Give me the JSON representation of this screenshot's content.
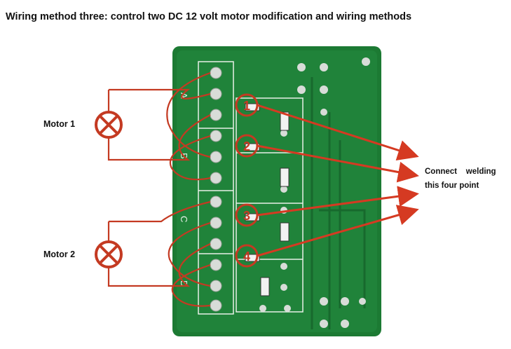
{
  "title": "Wiring method three: control two DC 12 volt motor modification and wiring methods",
  "motor1_label": "Motor 1",
  "motor2_label": "Motor 2",
  "connect_line1": "Connect    welding",
  "connect_line2": "this four point",
  "channel_labels": [
    "A",
    "B",
    "C",
    "D"
  ],
  "point_numbers": [
    "1",
    "2",
    "3",
    "4"
  ],
  "colors": {
    "board": "#1c7a33",
    "board_dark": "#12602a",
    "wire": "#c43a22",
    "arrow": "#d53a22",
    "silk": "#e8f0e8",
    "pad": "#d8dcd8"
  }
}
